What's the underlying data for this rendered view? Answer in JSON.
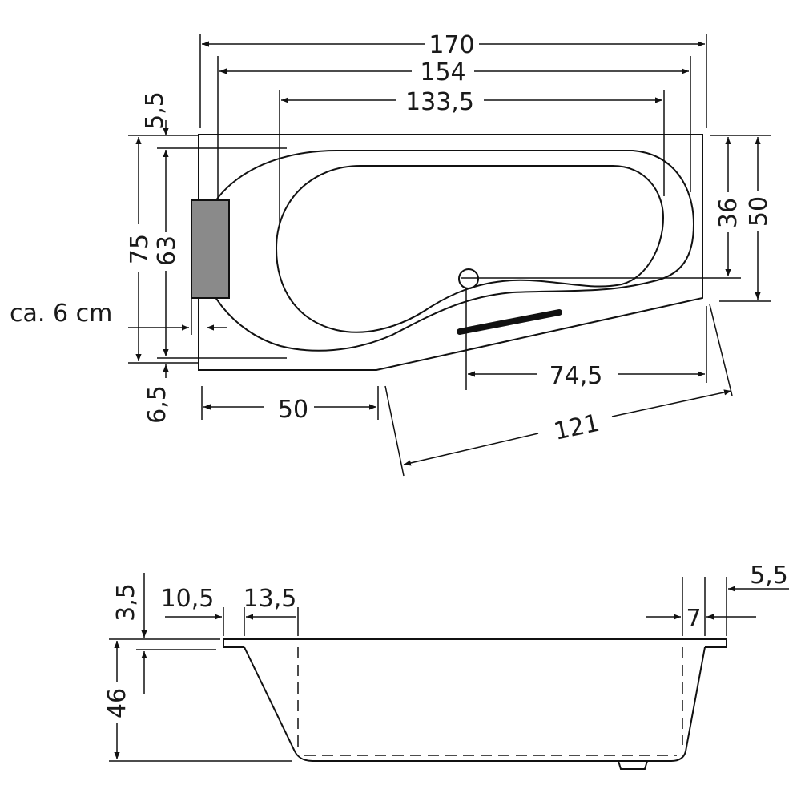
{
  "top_view": {
    "width_overall": "170",
    "width_inner_outer_rim": "154",
    "width_inner_basin": "133,5",
    "rim_top_offset": "5,5",
    "depth_left": "75",
    "depth_left_inner": "63",
    "headrest_note": "ca. 6 cm",
    "rim_bottom_offset": "6,5",
    "depth_right_inner": "36",
    "depth_right": "50",
    "bottom_straight_length": "50",
    "drain_to_right": "74,5",
    "slanted_edge_length": "121"
  },
  "side_view": {
    "rim_thickness": "3,5",
    "left_rim_width": "10,5",
    "left_slope": "13,5",
    "right_rim_width": "5,5",
    "right_slope": "7",
    "height": "46"
  },
  "colors": {
    "line": "#111111",
    "headrest_fill": "#8a8a8a",
    "grip_fill": "#111111"
  }
}
